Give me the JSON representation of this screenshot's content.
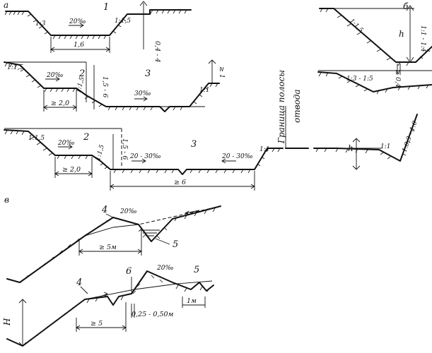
{
  "panels": {
    "a": "а",
    "b": "б",
    "v": "в"
  },
  "numbers": {
    "n1": "1",
    "n2": "2",
    "n3": "3",
    "n4": "4",
    "n5": "5",
    "n6": "6"
  },
  "slopes": {
    "s_1_3": "1:3",
    "s_1_1_5": "1:1,5",
    "s_1_1": "1:1",
    "s_1_3_1_5": "1:3 - 1:5",
    "s_1_1_4": "1:1 - 1:4",
    "s_1_0_3_1_0": "1:0,3 - 1:0"
  },
  "grades": {
    "g20": "20‰",
    "g30": "30‰",
    "g20_30": "20 - 30‰"
  },
  "dims": {
    "d1_6": "1,6",
    "d0_4_4": "0,4 - 4",
    "d_ge_2_0": "≥ 2,0",
    "d1_5_6": "1,5 - 6",
    "d_ge_1": "≥ 1",
    "d_ge_6": "≥ 6",
    "d_ge_5m": "≥ 5м",
    "d_ge_5": "≥ 5",
    "d0_25_0_50m": "0,25 - 0,50м",
    "d1m": "1м",
    "d_ge_0_4": "≥ 0,4",
    "h": "h",
    "H": "Н"
  },
  "annotations": {
    "boundary_line1": "Граница полосы",
    "boundary_line2": "отвода"
  }
}
